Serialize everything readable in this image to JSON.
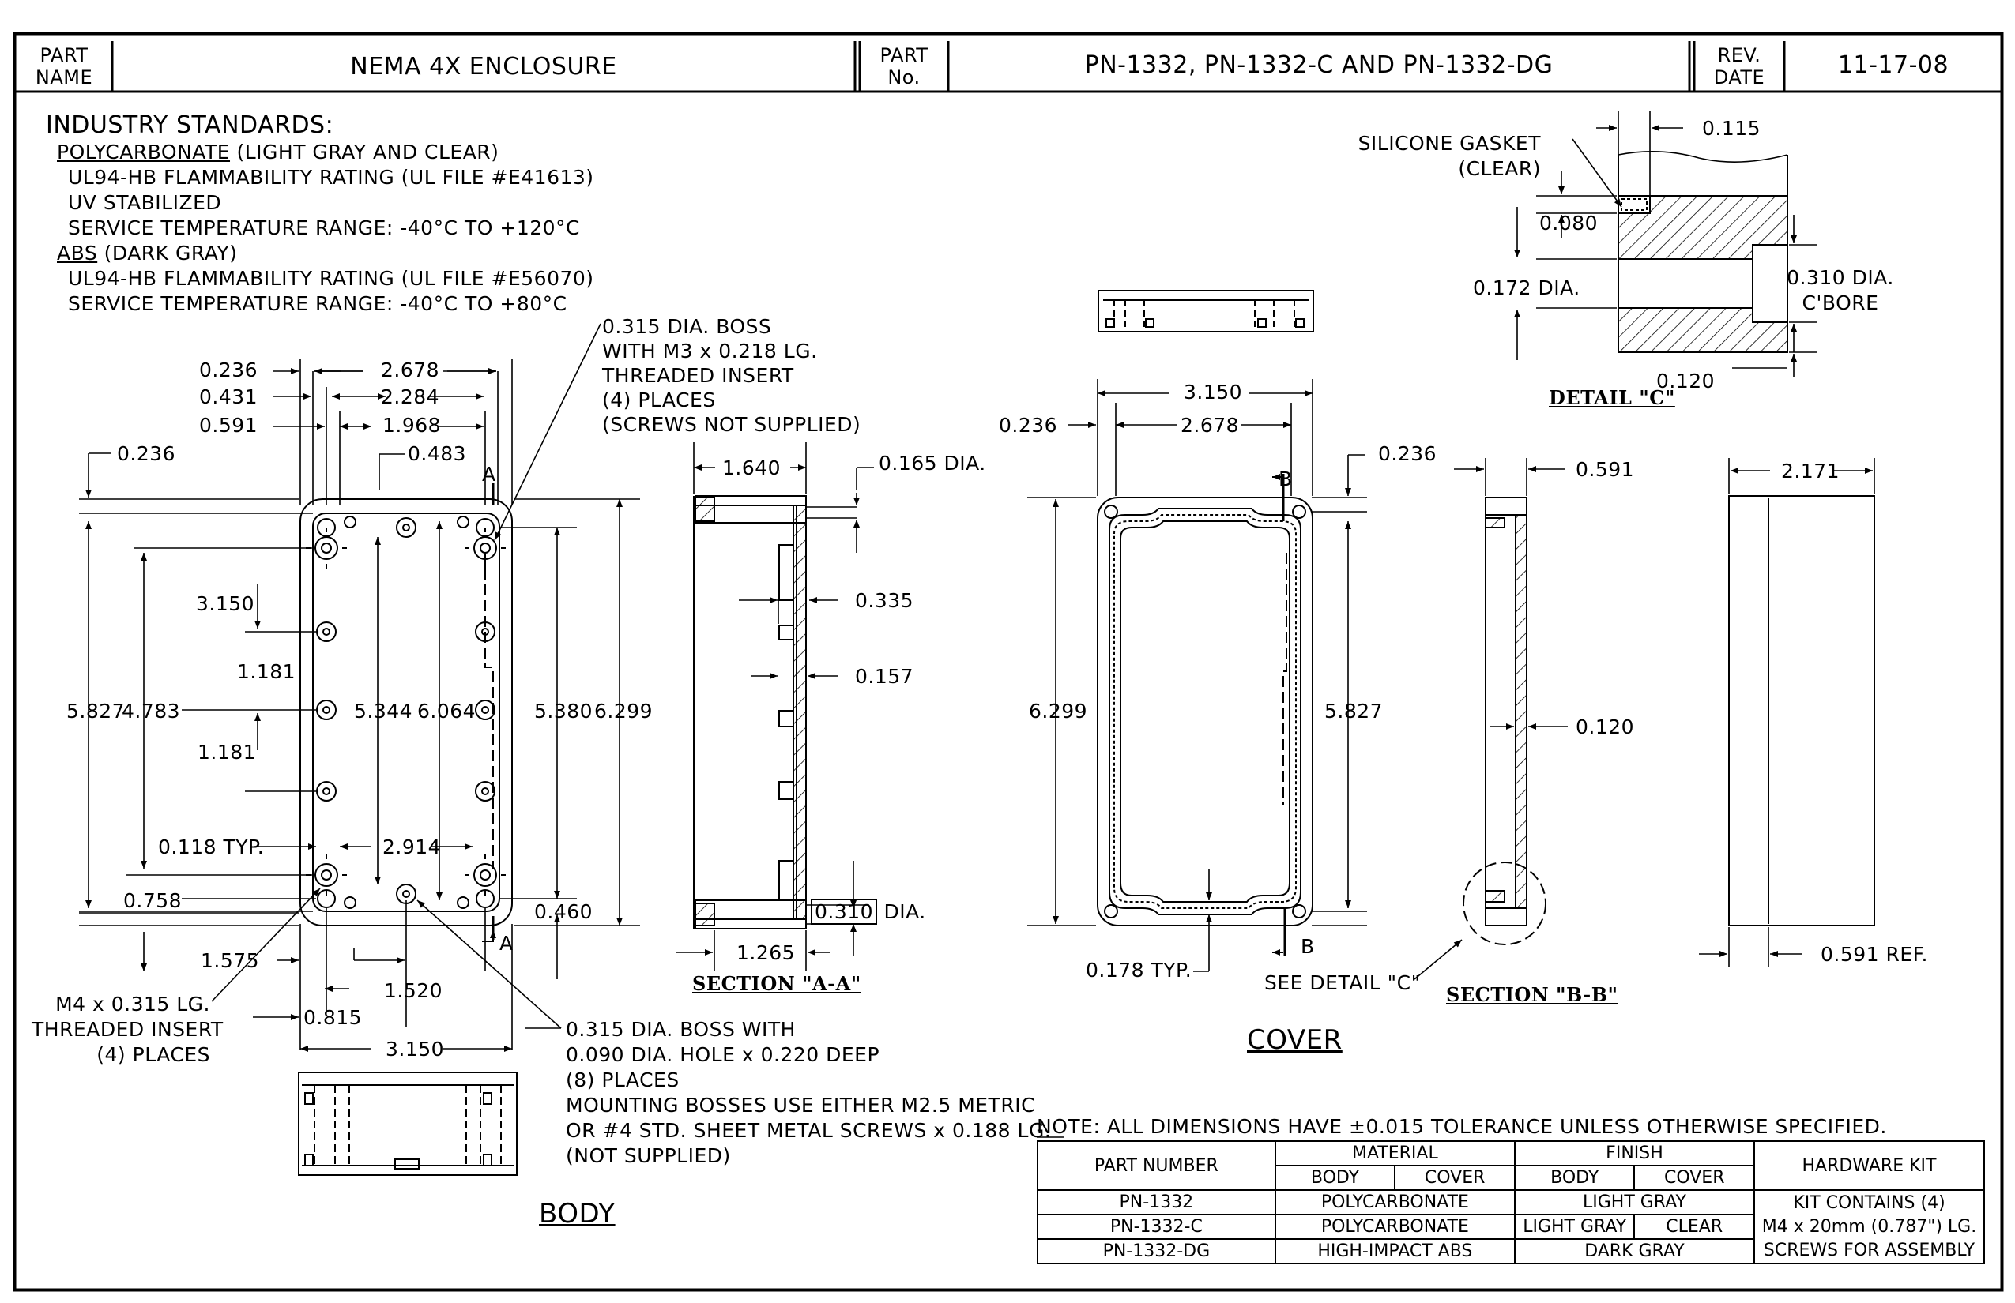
{
  "title_block": {
    "part_name_label": "PART NAME",
    "part_name_label_l1": "PART",
    "part_name_label_l2": "NAME",
    "part_name": "NEMA 4X ENCLOSURE",
    "part_no_label_l1": "PART",
    "part_no_label_l2": "No.",
    "part_no": "PN-1332, PN-1332-C AND PN-1332-DG",
    "rev_date_label_l1": "REV.",
    "rev_date_label_l2": "DATE",
    "rev_date": "11-17-08"
  },
  "standards": {
    "heading": "INDUSTRY STANDARDS:",
    "poly_label": "POLYCARBONATE",
    "poly_note": " (LIGHT GRAY AND CLEAR)",
    "poly_lines": [
      "UL94-HB FLAMMABILITY RATING (UL FILE #E41613)",
      "UV STABILIZED",
      "SERVICE TEMPERATURE RANGE:  -40°C TO +120°C"
    ],
    "abs_label": "ABS",
    "abs_note": " (DARK GRAY)",
    "abs_lines": [
      "UL94-HB FLAMMABILITY RATING (UL FILE #E56070)",
      "SERVICE TEMPERATURE RANGE:  -40°C TO +80°C"
    ]
  },
  "body_dims": {
    "d0236_top": "0.236",
    "d0431": "0.431",
    "d0591": "0.591",
    "d2678": "2.678",
    "d2284": "2.284",
    "d1968": "1.968",
    "d0483": "0.483",
    "d0236_left": "0.236",
    "d3150_v": "3.150",
    "d1181_a": "1.181",
    "d1181_b": "1.181",
    "d5827": "5.827",
    "d4783": "4.783",
    "d5344": "5.344",
    "d6064": "6.064",
    "d5380": "5.380",
    "d6299": "6.299",
    "d0118": "0.118 TYP.",
    "d2914": "2.914",
    "d0758": "0.758",
    "d0460": "0.460",
    "d1575": "1.575",
    "d1520": "1.520",
    "d0815": "0.815",
    "d3150_h": "3.150",
    "section_a_top": "A",
    "section_a_bot": "A"
  },
  "body_notes": {
    "boss_note": [
      "0.315 DIA. BOSS",
      "WITH M3 x 0.218 LG.",
      "THREADED INSERT",
      "(4) PLACES",
      "(SCREWS NOT SUPPLIED)"
    ],
    "insert_note": [
      "M4 x 0.315 LG.",
      "THREADED INSERT",
      "(4) PLACES"
    ],
    "mount_note": [
      "0.315 DIA. BOSS WITH",
      "0.090 DIA. HOLE x 0.220 DEEP",
      "(8) PLACES",
      "MOUNTING BOSSES USE EITHER M2.5 METRIC",
      "OR #4 STD. SHEET METAL SCREWS x 0.188 LG.",
      "(NOT SUPPLIED)"
    ],
    "body_label": "BODY"
  },
  "section_aa": {
    "d1640": "1.640",
    "d0165": "0.165 DIA.",
    "d0335": "0.335",
    "d0157": "0.157",
    "d0310": "0.310",
    "d0310_dia": " DIA.",
    "d1265": "1.265",
    "label": "SECTION \"A-A\""
  },
  "cover_dims": {
    "d0236_l": "0.236",
    "d3150": "3.150",
    "d2678": "2.678",
    "d0236_r": "0.236",
    "d6299": "6.299",
    "d5827": "5.827",
    "d0178": "0.178 TYP.",
    "see_detail": "SEE DETAIL \"C\"",
    "b_top": "B",
    "b_bot": "B",
    "label": "COVER"
  },
  "section_bb": {
    "d0591": "0.591",
    "d0120": "0.120",
    "label": "SECTION \"B-B\""
  },
  "side_view": {
    "d2171": "2.171",
    "d0591ref": "0.591 REF."
  },
  "detail_c": {
    "gasket_l1": "SILICONE GASKET",
    "gasket_l2": "(CLEAR)",
    "d0115": "0.115",
    "d0080": "0.080",
    "d0172": "0.172 DIA.",
    "d0310_l1": "0.310 DIA.",
    "d0310_l2": "C'BORE",
    "d0120": "0.120",
    "label": "DETAIL \"C\""
  },
  "note": {
    "label": "NOTE:",
    "text": "  ALL DIMENSIONS HAVE ±0.015 TOLERANCE UNLESS OTHERWISE SPECIFIED."
  },
  "parts_table": {
    "h_part_number": "PART NUMBER",
    "h_material": "MATERIAL",
    "h_finish": "FINISH",
    "h_hardware": "HARDWARE KIT",
    "h_body": "BODY",
    "h_cover": "COVER",
    "h_fbody": "BODY",
    "h_fcover": "COVER",
    "rows": [
      {
        "part": "PN-1332",
        "material": "POLYCARBONATE",
        "finish": "LIGHT GRAY"
      },
      {
        "part": "PN-1332-C",
        "material": "POLYCARBONATE",
        "finish_body": "LIGHT GRAY",
        "finish_cover": "CLEAR"
      },
      {
        "part": "PN-1332-DG",
        "material": "HIGH-IMPACT ABS",
        "finish": "DARK GRAY"
      }
    ],
    "hardware_lines": [
      "KIT CONTAINS (4)",
      "M4 x 20mm (0.787\") LG.",
      "SCREWS FOR ASSEMBLY"
    ]
  }
}
